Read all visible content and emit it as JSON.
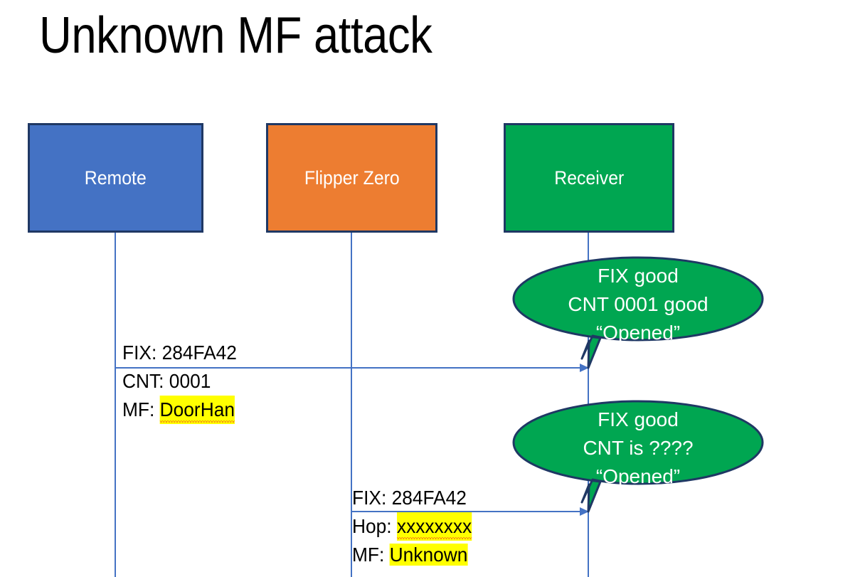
{
  "slide": {
    "title": "Unknown MF attack",
    "background": "#FFFFFF"
  },
  "colors": {
    "remote_fill": "#4472C4",
    "flipper_fill": "#ED7D31",
    "receiver_fill": "#00A651",
    "box_border": "#1F3864",
    "lifeline": "#4472C4",
    "highlight": "#FFFF00",
    "spellcheck_underline": "#E81123",
    "balloon_fill": "#00A651",
    "balloon_border": "#1F3864",
    "text_dark": "#000000",
    "text_light": "#FFFFFF"
  },
  "actors": [
    {
      "id": "remote",
      "label": "Remote"
    },
    {
      "id": "flipper",
      "label": "Flipper Zero"
    },
    {
      "id": "receiver",
      "label": "Receiver"
    }
  ],
  "messages": [
    {
      "id": "msg-1",
      "from": "remote",
      "to": "receiver",
      "lines": [
        {
          "label": "FIX: ",
          "value": "284FA42",
          "highlight": false,
          "spellcheck_error": false
        },
        {
          "label": "CNT: ",
          "value": "0001",
          "highlight": false,
          "spellcheck_error": false
        },
        {
          "label": "MF: ",
          "value": "DoorHan",
          "highlight": true,
          "spellcheck_error": true
        }
      ]
    },
    {
      "id": "msg-2",
      "from": "flipper",
      "to": "receiver",
      "lines": [
        {
          "label": "FIX: ",
          "value": "284FA42",
          "highlight": false,
          "spellcheck_error": false
        },
        {
          "label": "Hop: ",
          "value": "xxxxxxxx",
          "highlight": true,
          "spellcheck_error": true
        },
        {
          "label": "MF: ",
          "value": "Unknown",
          "highlight": true,
          "spellcheck_error": false
        }
      ]
    }
  ],
  "balloons": [
    {
      "id": "balloon-1",
      "owner": "receiver",
      "lines": [
        "FIX good",
        "CNT 0001 good",
        "“Opened”"
      ]
    },
    {
      "id": "balloon-2",
      "owner": "receiver",
      "lines": [
        "FIX good",
        "CNT is ????",
        "“Opened”"
      ]
    }
  ]
}
